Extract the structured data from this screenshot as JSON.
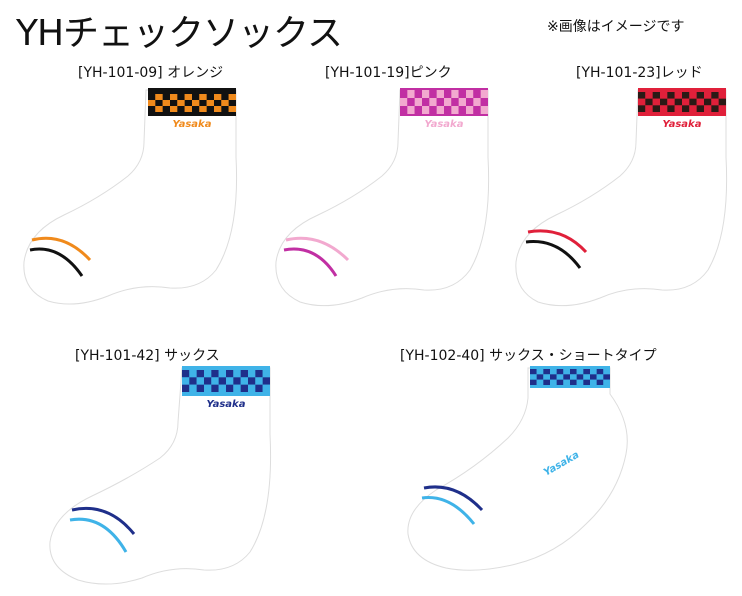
{
  "title": "YHチェックソックス",
  "note": "※画像はイメージです",
  "products": [
    {
      "label": "[YH-101-09] オレンジ",
      "brand": "Yasaka",
      "color": "#f08a1c",
      "dark": "#111111",
      "light": "#f08a1c",
      "line_a": "#f08a1c",
      "line_b": "#111111"
    },
    {
      "label": "[YH-101-19]ピンク",
      "brand": "Yasaka",
      "color": "#c12fa3",
      "dark": "#c12fa3",
      "light": "#f2a9cf",
      "line_a": "#f2a9cf",
      "line_b": "#c12fa3"
    },
    {
      "label": "[YH-101-23]レッド",
      "brand": "Yasaka",
      "color": "#e0203a",
      "dark": "#2b1a16",
      "light": "#e0203a",
      "line_a": "#e0203a",
      "line_b": "#111111"
    },
    {
      "label": "[YH-101-42] サックス",
      "brand": "Yasaka",
      "color": "#3fb3e8",
      "dark": "#1f2f8a",
      "light": "#3fb3e8",
      "line_a": "#1f2f8a",
      "line_b": "#3fb3e8"
    },
    {
      "label": "[YH-102-40] サックス・ショートタイプ",
      "brand": "Yasaka",
      "color": "#3fb3e8",
      "dark": "#1f2f8a",
      "light": "#3fb3e8",
      "line_a": "#1f2f8a",
      "line_b": "#3fb3e8"
    }
  ]
}
